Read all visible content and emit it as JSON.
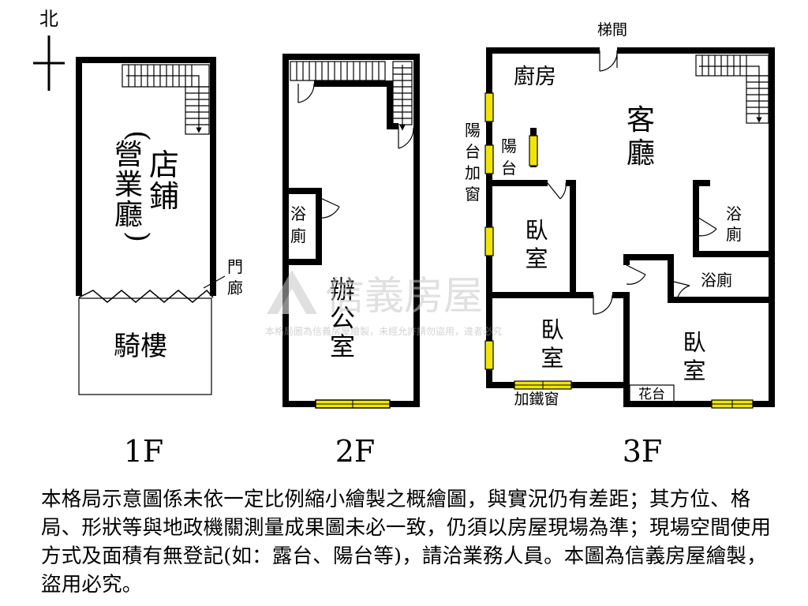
{
  "compass": {
    "north_label": "北"
  },
  "floors": {
    "f1": {
      "floor_label": "1F",
      "shop_label": "店",
      "shop_label_2": "鋪",
      "hall_label": "(營業廳)",
      "hall_chars": [
        "營",
        "業",
        "廳"
      ],
      "corridor_label": [
        "門",
        "廊"
      ],
      "arcade_label": "騎樓"
    },
    "f2": {
      "floor_label": "2F",
      "bath_label": [
        "浴",
        "廁"
      ],
      "office_label": [
        "辦",
        "公",
        "室"
      ]
    },
    "f3": {
      "floor_label": "3F",
      "stair_label": "梯間",
      "kitchen_label": "廚房",
      "living_label": [
        "客",
        "廳"
      ],
      "balcony_label": [
        "陽",
        "台"
      ],
      "balcony_window_label": [
        "陽",
        "台",
        "加",
        "窗"
      ],
      "bedroom_label": [
        "臥",
        "室"
      ],
      "bath_label": [
        "浴",
        "廁"
      ],
      "bath2_label": "浴廁",
      "iron_window_label": "加鐵窗",
      "planter_label": "花台"
    }
  },
  "watermark": {
    "brand": "信義房屋",
    "notice": "本格局圖為信義房屋繪製，未經允許請勿盜用，違者必究"
  },
  "colors": {
    "wall": "#000000",
    "window": "#f2e600",
    "watermark": "#cccccc"
  },
  "disclaimer": "本格局示意圖係未依一定比例縮小繪製之概繪圖，與實況仍有差距；其方位、格局、形狀等與地政機關測量成果圖未必一致，仍須以房屋現場為準；現場空間使用方式及面積有無登記(如：露台、陽台等)，請洽業務人員。本圖為信義房屋繪製，盜用必究。"
}
